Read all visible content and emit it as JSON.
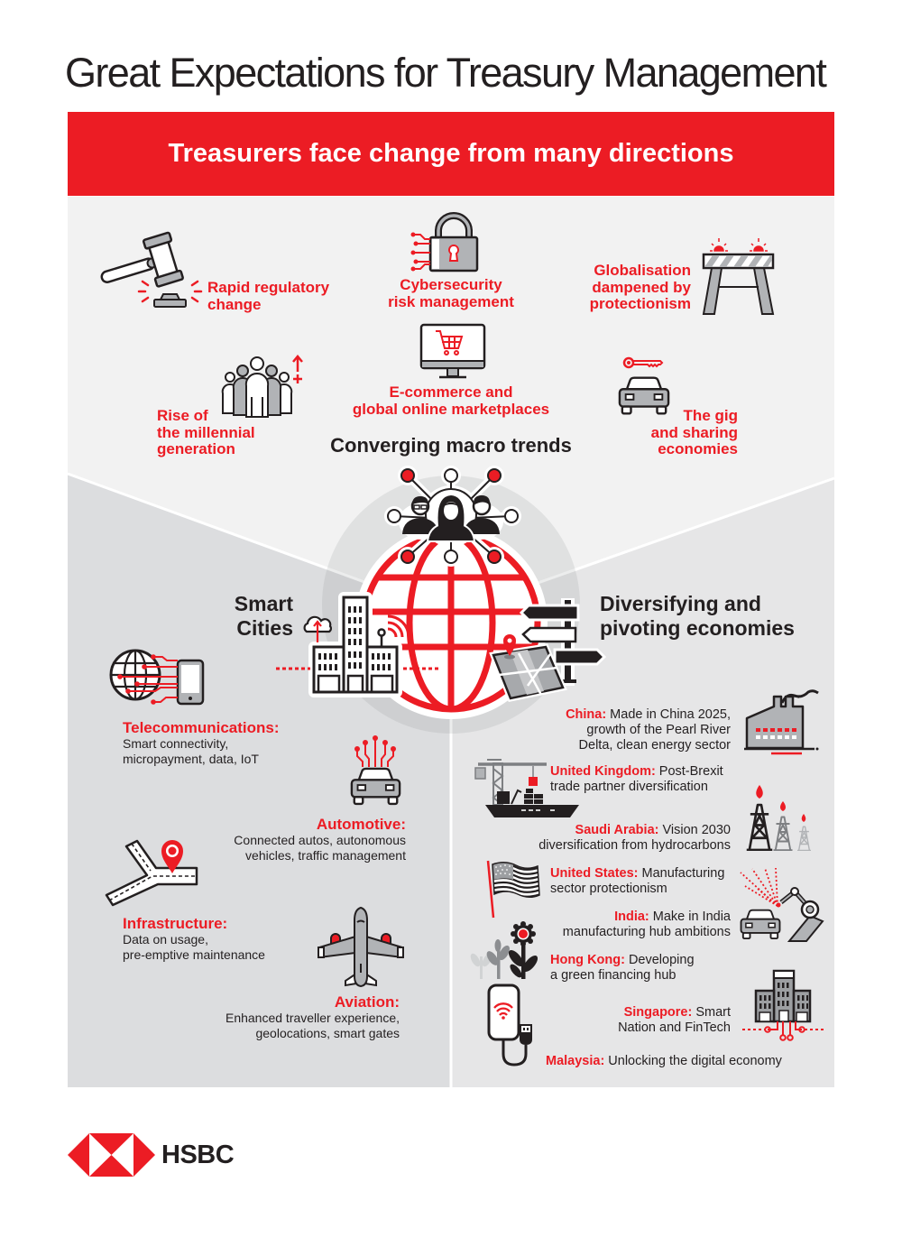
{
  "page": {
    "title": "Great Expectations for Treasury Management"
  },
  "banner": {
    "text": "Treasurers face change from many directions"
  },
  "macro_trends": {
    "heading": "Converging macro trends",
    "items": [
      {
        "name": "regulatory",
        "icon": "gavel-icon",
        "lines": [
          "Rapid regulatory",
          "change"
        ]
      },
      {
        "name": "cybersecurity",
        "icon": "padlock-icon",
        "lines": [
          "Cybersecurity",
          "risk management"
        ]
      },
      {
        "name": "globalisation",
        "icon": "roadblock-barrier-icon",
        "lines": [
          "Globalisation",
          "dampened by",
          "protectionism"
        ]
      },
      {
        "name": "ecommerce",
        "icon": "shopping-cart-monitor-icon",
        "lines": [
          "E-commerce and",
          "global online marketplaces"
        ]
      },
      {
        "name": "millennials",
        "icon": "crowd-people-icon",
        "lines": [
          "Rise of",
          "the millennial",
          "generation"
        ]
      },
      {
        "name": "gig-economy",
        "icon": "car-key-icon",
        "lines": [
          "The gig",
          "and sharing",
          "economies"
        ]
      }
    ]
  },
  "smart_cities": {
    "heading_lines": [
      "Smart",
      "Cities"
    ],
    "items": [
      {
        "title": "Telecommunications:",
        "icon": "globe-phone-icon",
        "lines": [
          "Smart connectivity,",
          "micropayment, data, IoT"
        ]
      },
      {
        "title": "Automotive:",
        "icon": "connected-car-icon",
        "lines": [
          "Connected autos, autonomous",
          "vehicles, traffic management"
        ]
      },
      {
        "title": "Infrastructure:",
        "icon": "road-location-pin-icon",
        "lines": [
          "Data on usage,",
          "pre-emptive maintenance"
        ]
      },
      {
        "title": "Aviation:",
        "icon": "airplane-icon",
        "lines": [
          "Enhanced traveller experience,",
          "geolocations, smart gates"
        ]
      }
    ]
  },
  "diversifying": {
    "heading_lines": [
      "Diversifying and",
      "pivoting economies"
    ],
    "items": [
      {
        "country": "China:",
        "icon": "factory-icon",
        "lines": [
          "Made in China 2025,",
          "growth of the Pearl River",
          "Delta, clean energy sector"
        ]
      },
      {
        "country": "United Kingdom:",
        "icon": "cargo-ship-crane-icon",
        "lines": [
          "Post-Brexit",
          "trade partner diversification"
        ]
      },
      {
        "country": "Saudi Arabia:",
        "icon": "oil-rig-icon",
        "lines": [
          "Vision 2030",
          "diversification from hydrocarbons"
        ]
      },
      {
        "country": "United States:",
        "icon": "us-flag-icon",
        "lines": [
          "Manufacturing",
          "sector protectionism"
        ]
      },
      {
        "country": "India:",
        "icon": "robot-arm-car-icon",
        "lines": [
          "Make in India",
          "manufacturing hub ambitions"
        ]
      },
      {
        "country": "Hong Kong:",
        "icon": "plant-growth-icon",
        "lines": [
          "Developing",
          "a green financing hub"
        ]
      },
      {
        "country": "Singapore:",
        "icon": "smart-building-icon",
        "lines": [
          "Smart",
          "Nation and FinTech"
        ]
      },
      {
        "country": "Malaysia:",
        "icon": "mobile-charger-icon",
        "lines": [
          "Unlocking the digital economy"
        ]
      }
    ]
  },
  "footer": {
    "logo_text": "HSBC"
  },
  "colors": {
    "brand_red": "#ec1c24",
    "text_dark": "#231f20",
    "icon_gray": "#b1b3b6",
    "panel_top": "#f2f2f2",
    "panel_left": "#dcdddf",
    "panel_right": "#e6e6e7"
  }
}
